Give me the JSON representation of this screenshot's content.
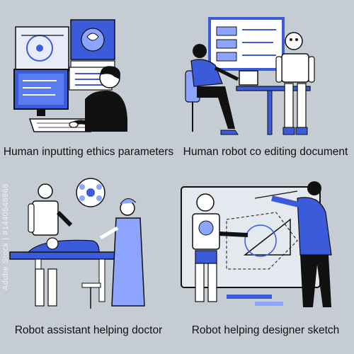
{
  "captions": [
    "Human inputting ethics parameters",
    "Human robot co editing document",
    "Robot assistant helping doctor",
    "Robot helping designer sketch"
  ],
  "watermark": "Adobe Stock | #1440548968",
  "colors": {
    "background": "#c5ccd3",
    "accent": "#3b5bdb",
    "ink": "#111111",
    "white": "#ffffff"
  }
}
